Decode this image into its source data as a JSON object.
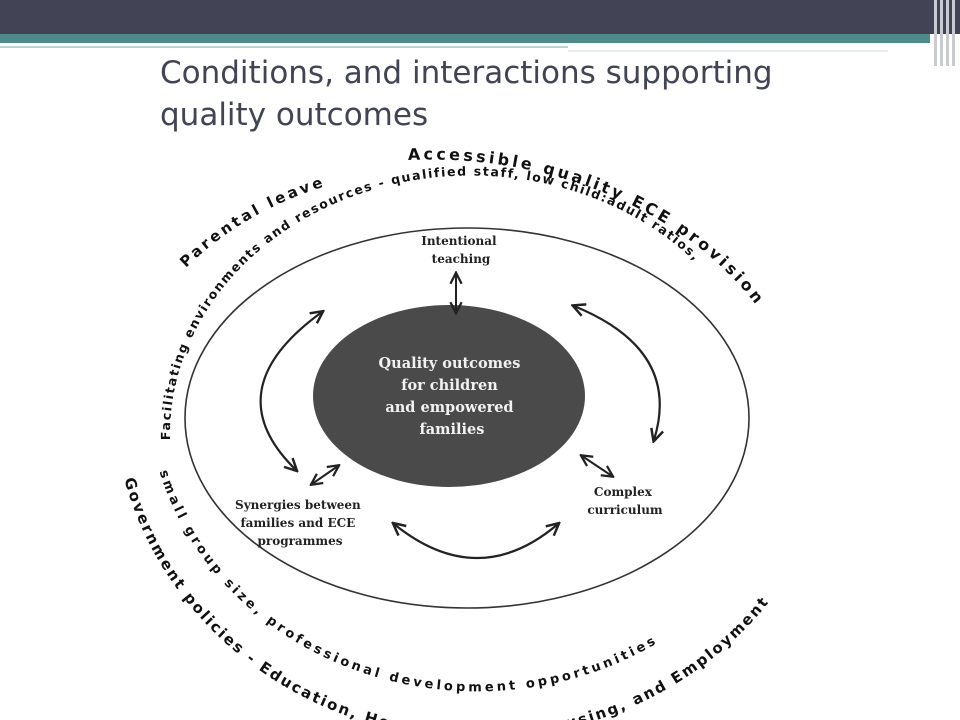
{
  "slide": {
    "title": "Conditions, and interactions supporting quality outcomes"
  },
  "diagram": {
    "center": [
      "Quality outcomes",
      "for children",
      "and empowered",
      "families"
    ],
    "nodes": {
      "intentional_teaching": [
        "Intentional",
        "teaching"
      ],
      "synergies": [
        "Synergies between",
        "families and ECE",
        "programmes"
      ],
      "complex_curriculum": [
        "Complex",
        "curriculum"
      ]
    },
    "arc_labels": {
      "accessible": "Accessible quality ECE provision",
      "parental_leave": "Parental leave",
      "facilitating": "Facilitating environments and resources - qualified staff, low child:adult ratios,",
      "small_group": "small group size, professional development opportunities",
      "government": "Government policies - Education, Health, Welfare, Housing, and Employment"
    }
  },
  "colors": {
    "header_dark": "#424456",
    "header_teal": "#4f8a8b",
    "title": "#414456",
    "center_fill": "#4a4a4a"
  }
}
